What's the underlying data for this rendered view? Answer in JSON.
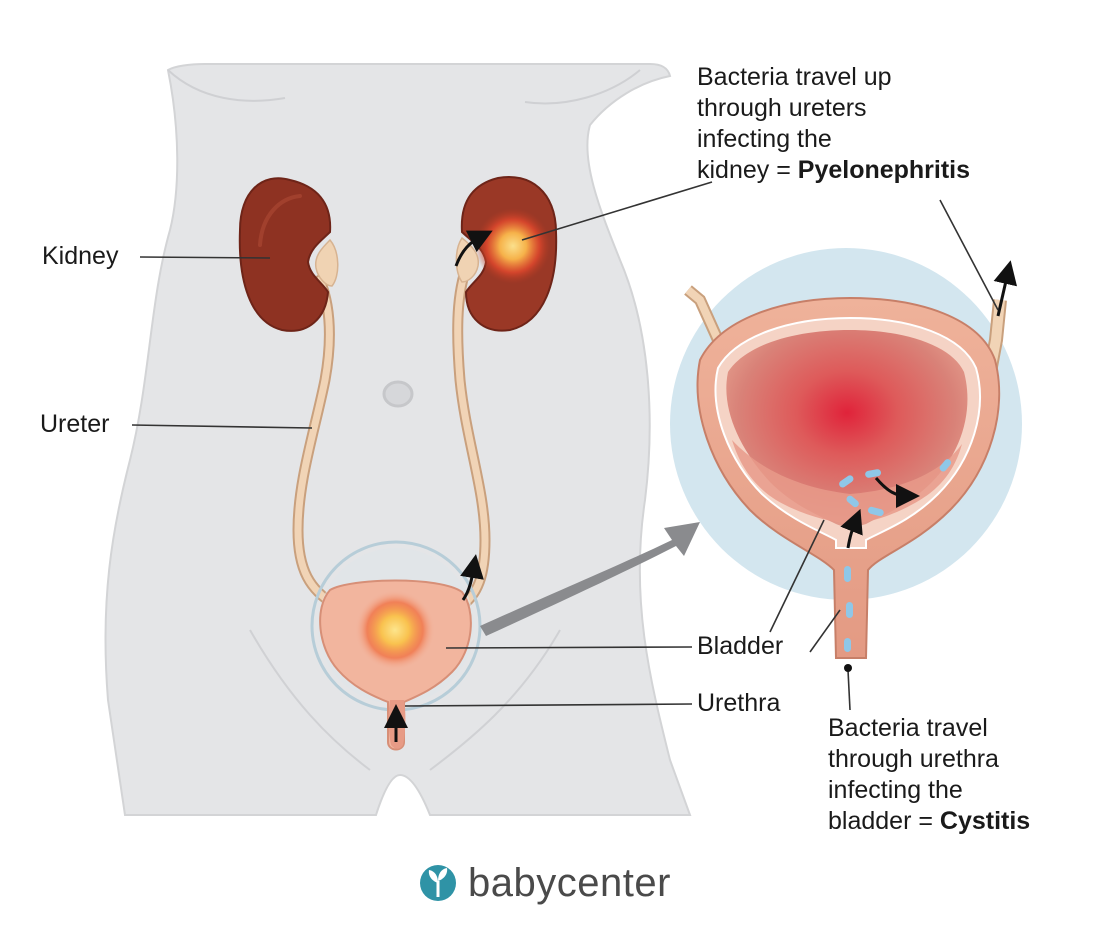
{
  "labels": {
    "kidney": "Kidney",
    "ureter": "Ureter",
    "bladder": "Bladder",
    "urethra": "Urethra"
  },
  "pyelonephritis_note": {
    "lines": [
      "Bacteria travel up",
      "through ureters",
      "infecting the"
    ],
    "last_prefix": "kidney = ",
    "term": "Pyelonephritis"
  },
  "cystitis_note": {
    "lines": [
      "Bacteria travel",
      "through urethra",
      "infecting the"
    ],
    "last_prefix": "bladder = ",
    "term": "Cystitis"
  },
  "brand": {
    "name": "babycenter",
    "logo_icon": "leaf-drop-icon"
  },
  "colors": {
    "body": "#e4e5e7",
    "kidney": "#8e3222",
    "ureter": "#ecc9a8",
    "bladder": "#f2b59e",
    "infection": "#f5c843",
    "callout_bg": "#d3e6ef",
    "bacteria": "#8fc7e8"
  }
}
